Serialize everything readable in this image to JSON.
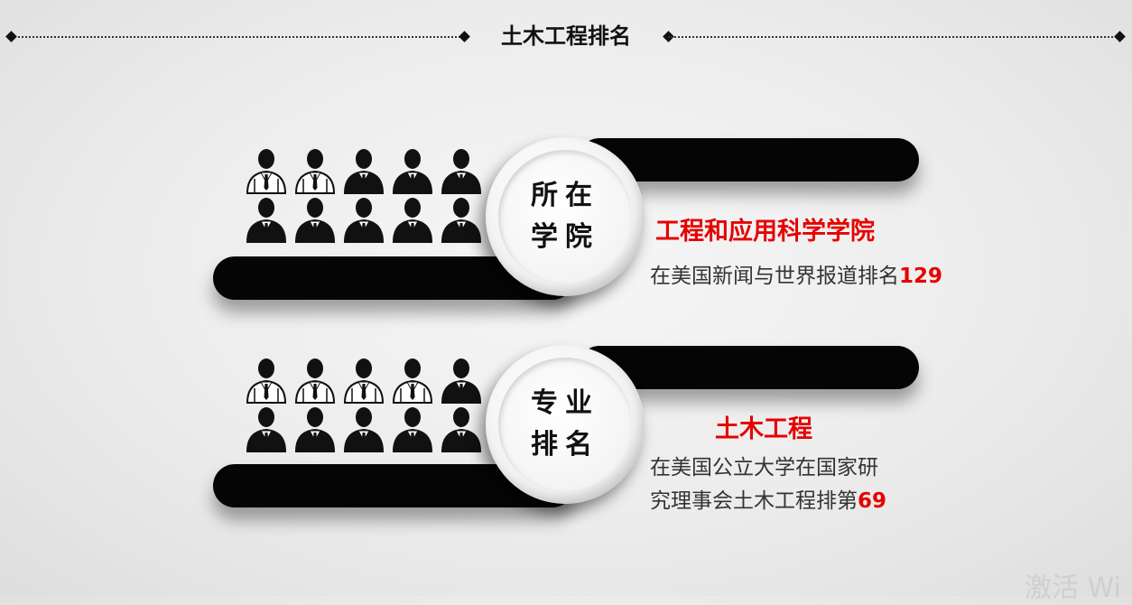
{
  "header": {
    "title": "土木工程排名"
  },
  "sections": [
    {
      "circle_label": "所在\n学院",
      "title": "工程和应用科学学院",
      "desc_lines": [
        "在美国新闻与世界报道排名"
      ],
      "desc_number": "129",
      "people": [
        "outline",
        "outline",
        "dark",
        "dark",
        "dark",
        "dark",
        "dark",
        "dark",
        "dark",
        "dark"
      ]
    },
    {
      "circle_label": "专业\n排名",
      "title": "土木工程",
      "desc_lines": [
        "在美国公立大学在国家研",
        "究理事会土木工程排第"
      ],
      "desc_number": "69",
      "people": [
        "outline",
        "outline",
        "outline",
        "outline",
        "dark",
        "dark",
        "dark",
        "dark",
        "dark",
        "dark"
      ]
    }
  ],
  "watermark": "激活 Wi",
  "colors": {
    "accent": "#e60000",
    "bar": "#050505",
    "text": "#333333"
  }
}
